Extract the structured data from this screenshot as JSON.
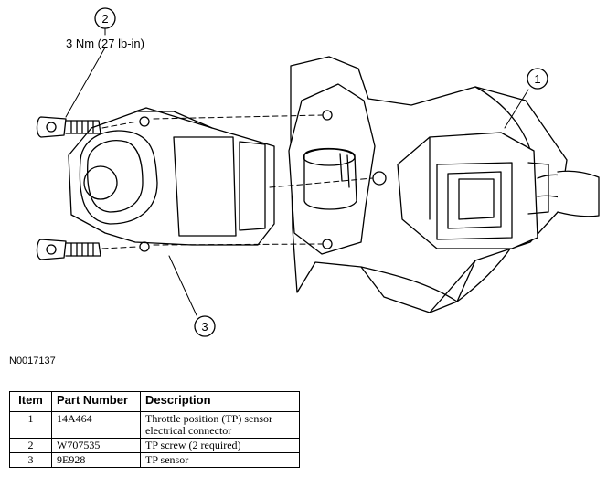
{
  "callouts": [
    {
      "number": "1"
    },
    {
      "number": "2",
      "note": "3 Nm (27 lb-in)"
    },
    {
      "number": "3"
    }
  ],
  "figure_id": "N0017137",
  "table": {
    "headers": [
      "Item",
      "Part Number",
      "Description"
    ],
    "rows": [
      {
        "item": "1",
        "part_number": "14A464",
        "description_lines": [
          "Throttle position (TP) sensor",
          "electrical connector"
        ]
      },
      {
        "item": "2",
        "part_number": "W707535",
        "description_lines": [
          "TP screw (2 required)"
        ]
      },
      {
        "item": "3",
        "part_number": "9E928",
        "description_lines": [
          "TP sensor"
        ]
      }
    ]
  }
}
